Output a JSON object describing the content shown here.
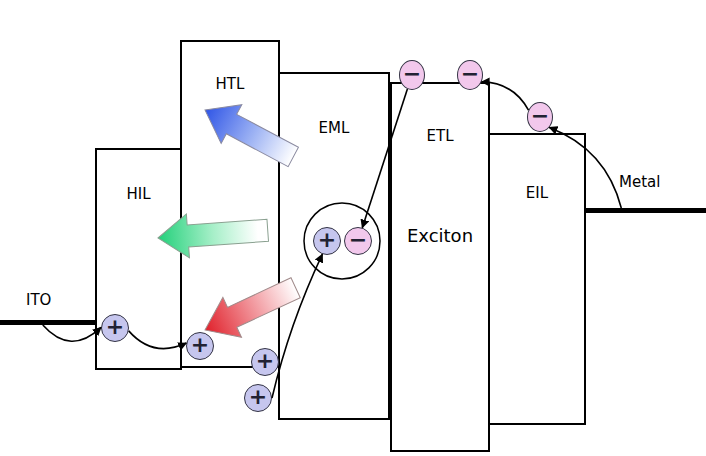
{
  "diagram": {
    "nodes": [
      {
        "text": [
          "ITO"
        ]
      },
      {
        "text": [
          "HIL"
        ]
      },
      {
        "text": [
          "HTL"
        ]
      },
      {
        "text": [
          "EML"
        ]
      },
      {
        "text": [
          "ETL",
          "Exciton"
        ]
      },
      {
        "text": [
          "EIL"
        ]
      },
      {
        "text": [
          "Metal"
        ]
      },
      {
        "text": [
          "+"
        ]
      },
      {
        "text": [
          "+"
        ]
      },
      {
        "text": [
          "+"
        ]
      },
      {
        "text": [
          "+"
        ]
      },
      {
        "text": [
          "+"
        ],
        "in": 3
      },
      {
        "text": [
          "−"
        ],
        "in": 3
      },
      {
        "text": [
          "−"
        ]
      },
      {
        "text": [
          "−"
        ]
      },
      {
        "text": [
          "−"
        ]
      }
    ],
    "edges": [
      {
        "from": 0,
        "to": 7,
        "arrow": "to"
      },
      {
        "from": 7,
        "to": 8,
        "arrow": "to"
      },
      {
        "from": 10,
        "to": 11,
        "arrow": "to"
      },
      {
        "from": 6,
        "to": 15,
        "arrow": "to"
      },
      {
        "from": 15,
        "to": 14,
        "arrow": "to"
      },
      {
        "from": 13,
        "to": 12,
        "arrow": "to"
      }
    ]
  }
}
